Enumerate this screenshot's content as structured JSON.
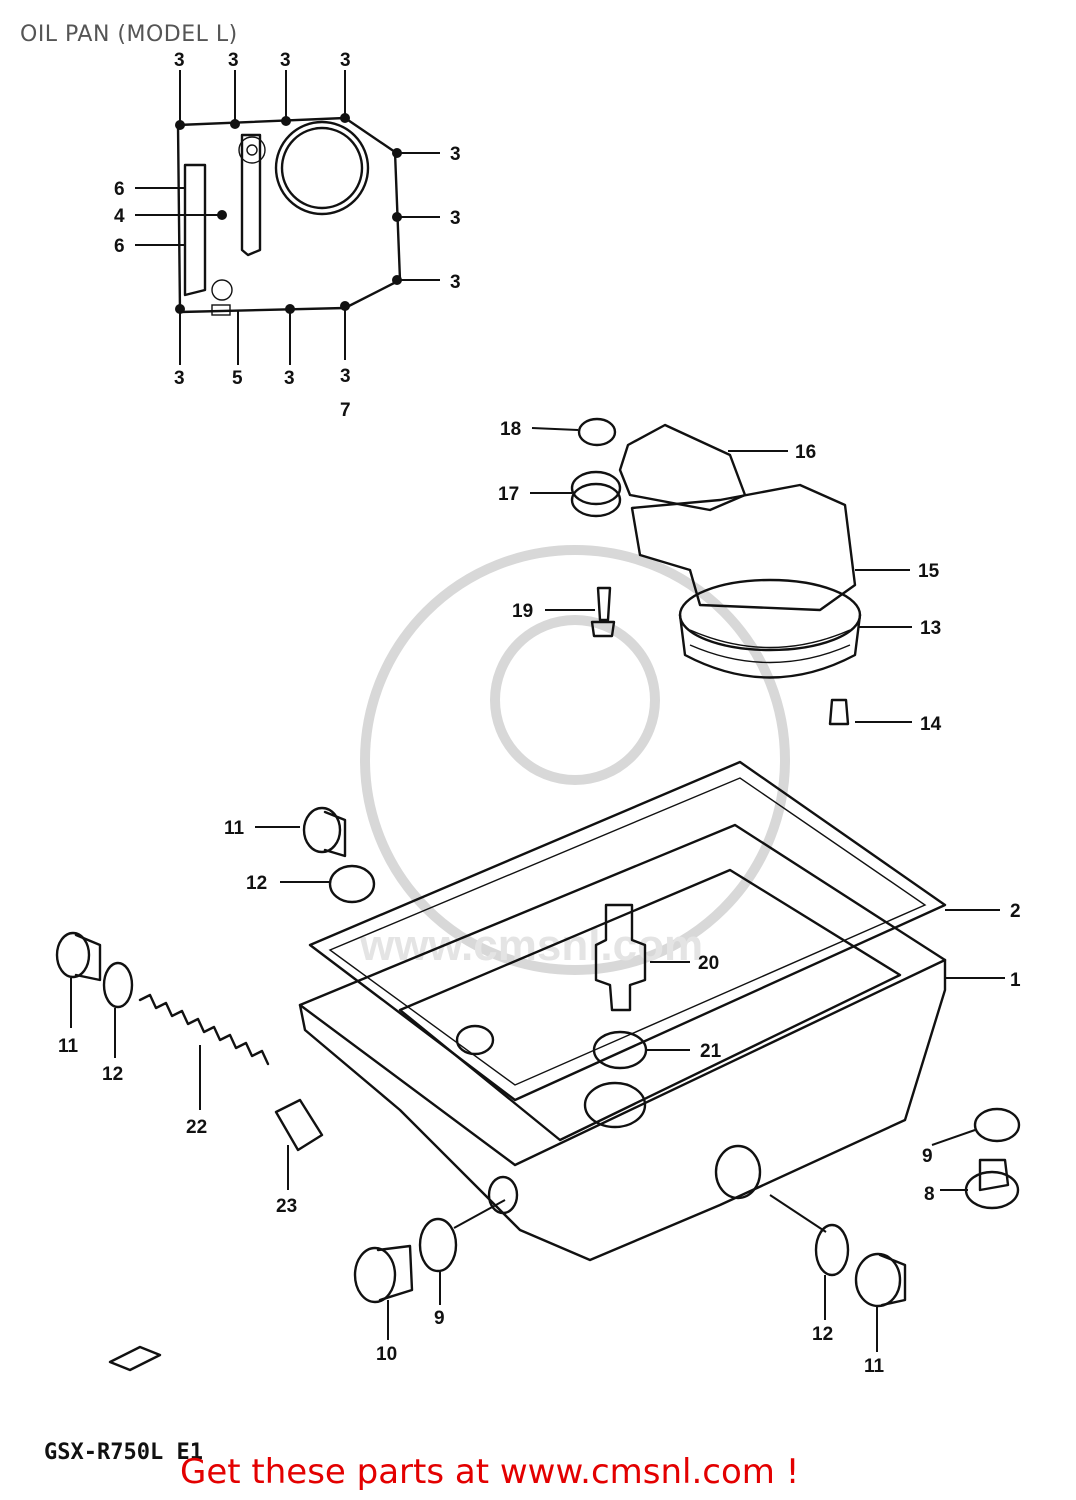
{
  "title": "OIL PAN (MODEL L)",
  "model_code": "GSX-R750L E1",
  "footer": "Get these parts at www.cmsnl.com !",
  "watermark": "www.cmsnl.com",
  "colors": {
    "footer": "#e30000",
    "ink": "#111111"
  },
  "callouts": [
    {
      "id": "c3a",
      "label": "3"
    },
    {
      "id": "c3b",
      "label": "3"
    },
    {
      "id": "c3c",
      "label": "3"
    },
    {
      "id": "c3d",
      "label": "3"
    },
    {
      "id": "c3e",
      "label": "3"
    },
    {
      "id": "c3f",
      "label": "3"
    },
    {
      "id": "c3g",
      "label": "3"
    },
    {
      "id": "c3h",
      "label": "3"
    },
    {
      "id": "c3i",
      "label": "3"
    },
    {
      "id": "c3j",
      "label": "3"
    },
    {
      "id": "c6a",
      "label": "6"
    },
    {
      "id": "c4",
      "label": "4"
    },
    {
      "id": "c6b",
      "label": "6"
    },
    {
      "id": "c5",
      "label": "5"
    },
    {
      "id": "c7",
      "label": "7"
    },
    {
      "id": "c18",
      "label": "18"
    },
    {
      "id": "c16",
      "label": "16"
    },
    {
      "id": "c17",
      "label": "17"
    },
    {
      "id": "c15",
      "label": "15"
    },
    {
      "id": "c19",
      "label": "19"
    },
    {
      "id": "c13",
      "label": "13"
    },
    {
      "id": "c14",
      "label": "14"
    },
    {
      "id": "c11a",
      "label": "11"
    },
    {
      "id": "c12a",
      "label": "12"
    },
    {
      "id": "c2",
      "label": "2"
    },
    {
      "id": "c1",
      "label": "1"
    },
    {
      "id": "c20",
      "label": "20"
    },
    {
      "id": "c21",
      "label": "21"
    },
    {
      "id": "c11b",
      "label": "11"
    },
    {
      "id": "c12b",
      "label": "12"
    },
    {
      "id": "c22",
      "label": "22"
    },
    {
      "id": "c23",
      "label": "23"
    },
    {
      "id": "c9a",
      "label": "9"
    },
    {
      "id": "c8",
      "label": "8"
    },
    {
      "id": "c10",
      "label": "10"
    },
    {
      "id": "c9b",
      "label": "9"
    },
    {
      "id": "c12c",
      "label": "12"
    },
    {
      "id": "c11c",
      "label": "11"
    }
  ]
}
